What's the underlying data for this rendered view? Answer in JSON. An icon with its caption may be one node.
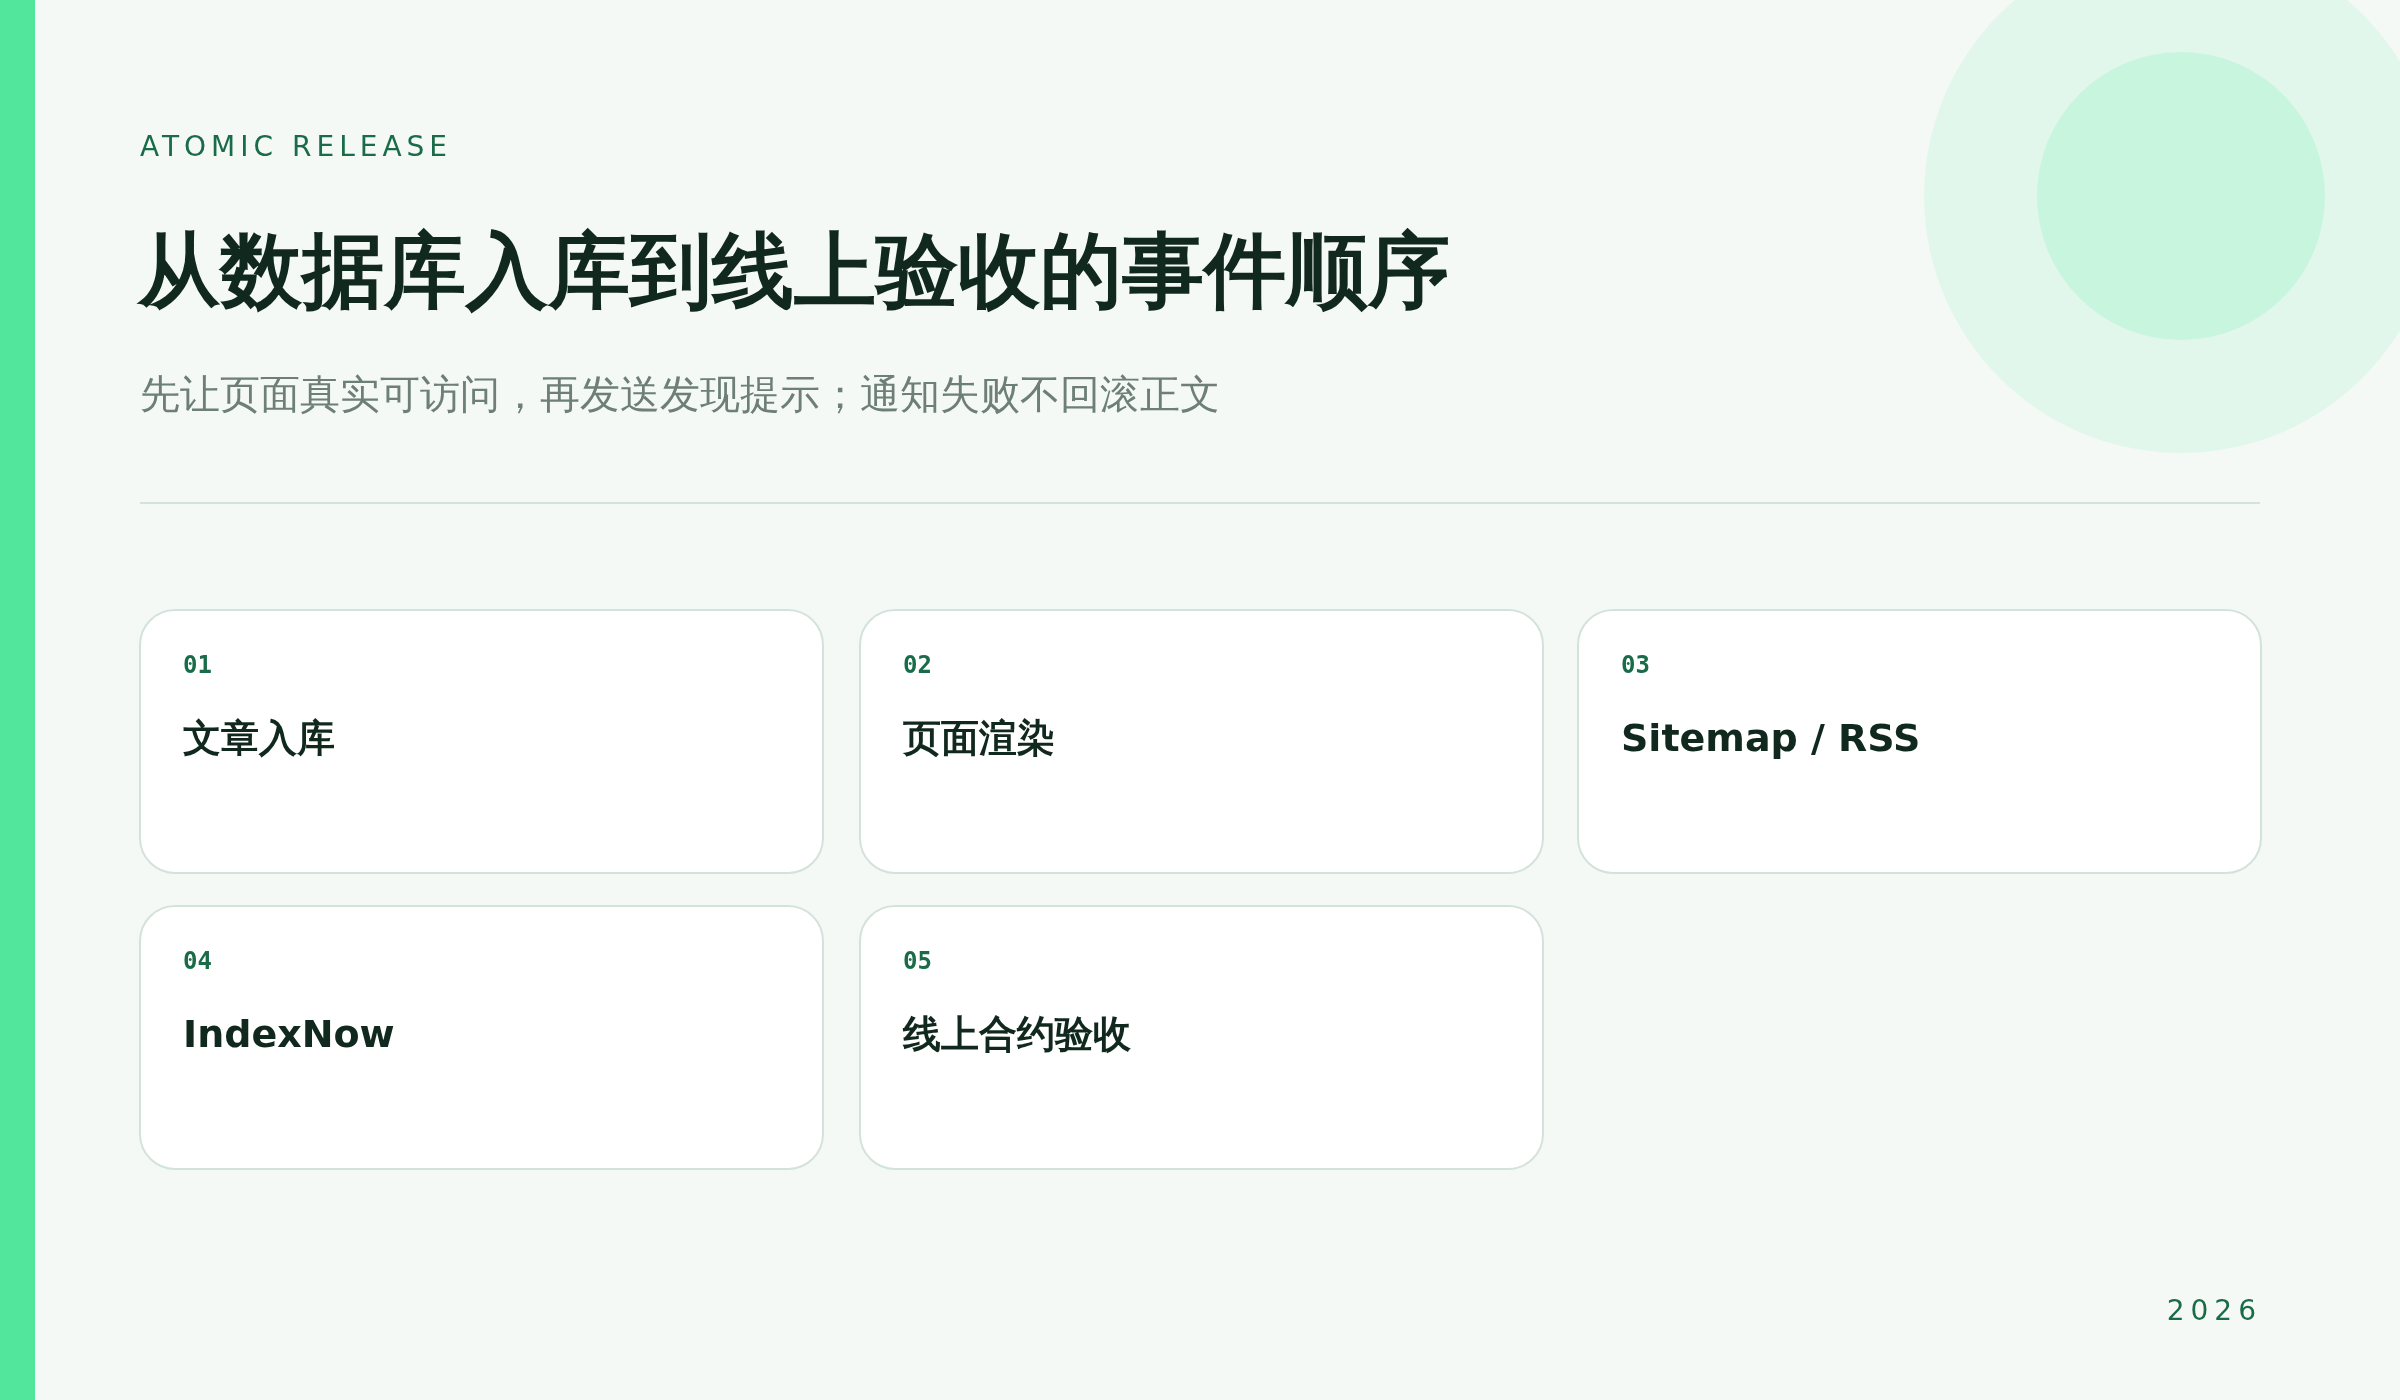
{
  "diagram": {
    "title": "从数据库入库到线上验收的事件顺序",
    "nodes": [
      {
        "text": [
          "01",
          "文章入库"
        ]
      },
      {
        "text": [
          "02",
          "页面渲染"
        ]
      },
      {
        "text": [
          "03",
          "Sitemap / RSS"
        ]
      },
      {
        "text": [
          "04",
          "IndexNow"
        ]
      },
      {
        "text": [
          "05",
          "线上合约验收"
        ]
      }
    ],
    "labels": [
      "ATOMIC RELEASE",
      "先让页面真实可访问，再发送发现提示；通知失败不回滚正文",
      "2026"
    ]
  }
}
